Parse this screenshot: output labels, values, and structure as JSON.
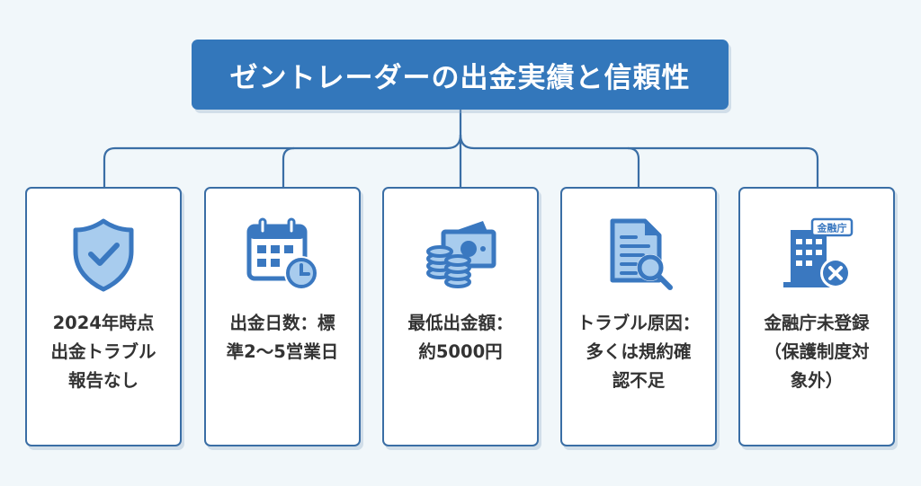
{
  "title": "ゼントレーダーの出金実績と信頼性",
  "colors": {
    "background": "#f1f7fa",
    "title_box": "#3377bb",
    "connector": "#3a6ea5",
    "icon_dark": "#3a78c0",
    "icon_light": "#a8ccee",
    "text": "#333333"
  },
  "cards": [
    {
      "icon": "shield-check-icon",
      "text": "2024年時点\n出金トラブル\n報告なし"
    },
    {
      "icon": "calendar-clock-icon",
      "text": "出金日数：標\n準2〜5営業日"
    },
    {
      "icon": "money-coins-icon",
      "text": "最低出金額：\n約5000円"
    },
    {
      "icon": "document-search-icon",
      "text": "トラブル原因：\n多くは規約確\n認不足"
    },
    {
      "icon": "building-x-icon",
      "icon_label": "金融庁",
      "text": "金融庁未登録\n（保護制度対\n象外）"
    }
  ]
}
